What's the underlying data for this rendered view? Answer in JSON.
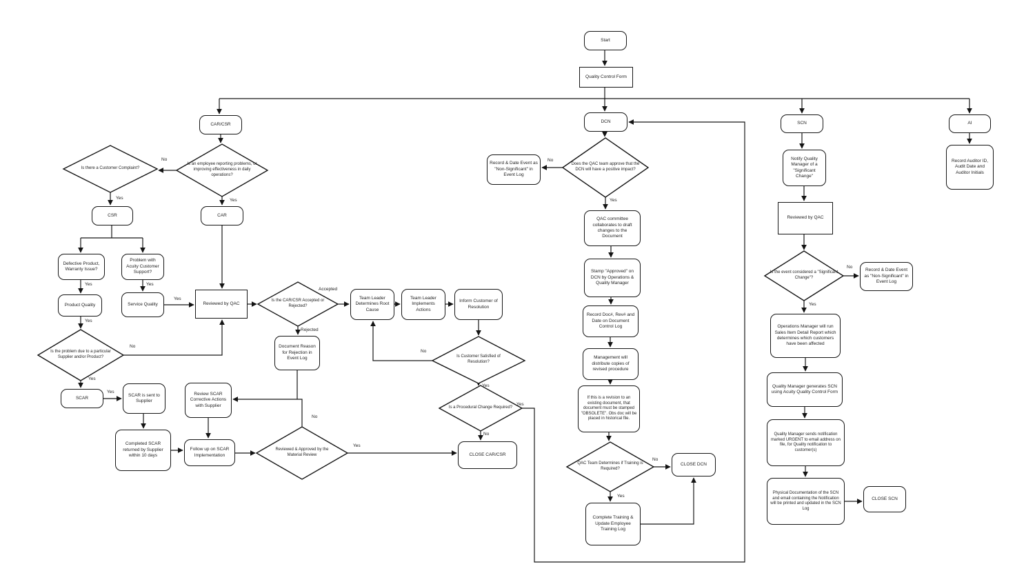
{
  "flowchart": {
    "labels": {
      "yes": "Yes",
      "no": "No",
      "accepted": "Accepted",
      "rejected": "Rejected"
    },
    "nodes": {
      "start": "Start",
      "quality_control_form": "Quality Control Form",
      "car_csr": "CAR/CSR",
      "d_employee": "Is an employee reporting problems, or improving effectiveness in daily operations?",
      "d_complaint": "Is there a Customer Complaint?",
      "csr": "CSR",
      "car": "CAR",
      "defective": "Defective Product, Warranty Issue?",
      "problem_support": "Problem with Acuity Customer Support?",
      "product_quality": "Product Quality",
      "service_quality": "Service Quality",
      "reviewed_qac": "Reviewed by QAC",
      "d_supplier": "Is the problem due to a particular Supplier and/or Product?",
      "scar": "SCAR",
      "scar_sent": "SCAR is sent to Supplier",
      "completed_scar": "Completed SCAR returned by Supplier within 10 days",
      "review_scar": "Review SCAR Corrective Actions with Supplier",
      "follow_up": "Follow up on SCAR Implementation",
      "d_material": "Reviewed & Approved by the Material Review",
      "d_accepted": "Is the CAR/CSR Accepted or Rejected?",
      "doc_reason": "Document Reason for Rejection in Event Log",
      "tl_root": "Team Leader Determines Root Cause",
      "tl_actions": "Team Leader Implements Actions",
      "inform_customer": "Inform Customer of Resolution",
      "d_satisfied": "Is Customer Satisfied of Resolution?",
      "d_procedural": "Is a Procedural Change Required?",
      "close_car": "CLOSE CAR/CSR",
      "dcn": "DCN",
      "d_dcn": "Does the QAC team approve that the DCN will have a positive impact?",
      "record_nonsig_dcn": "Record & Date Event as \"Non-Significant\" in Event Log",
      "qac_committee": "QAC committee collaborates to draft changes to the Document",
      "stamp_approved": "Stamp \"Approved\" on DCN by Operations & Quality Manager",
      "record_doc": "Record Doc#, Rev# and Date on Document Control Log",
      "mgmt_distribute": "Management will distribute copies of revised procedure",
      "obsolete": "If this is a revision to an existing document, that document must be stamped \"OBSOLETE\". Obs doc will be placed in historical file.",
      "d_training": "QAC Team Determines if Training is Required?",
      "close_dcn": "CLOSE DCN",
      "complete_training": "Complete Training & Update Employee Training Log",
      "scn": "SCN",
      "notify_qm": "Notify Quality Manager of a \"Significant Change\"",
      "reviewed_qac2": "Reviewed by QAC",
      "d_significant": "Is the event considered a \"Significant Change\"?",
      "record_nonsig_scn": "Record & Date Event as \"Non-Significant\" in Event Log",
      "ops_manager": "Operations Manager will run Sales Item Detail Report which determines which customers have been affected",
      "qm_generates": "Quality Manager generates SCN using Acuity Quality Control Form",
      "qm_sends": "Quality Manager sends notification marked URGENT to email address on file, for Quality notification to customer(s)",
      "physical_doc": "Physical Documentation of the SCN and email containing the Notification will be printed and updated in the SCN Log",
      "close_scn": "CLOSE SCN",
      "ai": "AI",
      "record_auditor": "Record Auditor ID, Audit Date and Auditor Initials"
    }
  }
}
